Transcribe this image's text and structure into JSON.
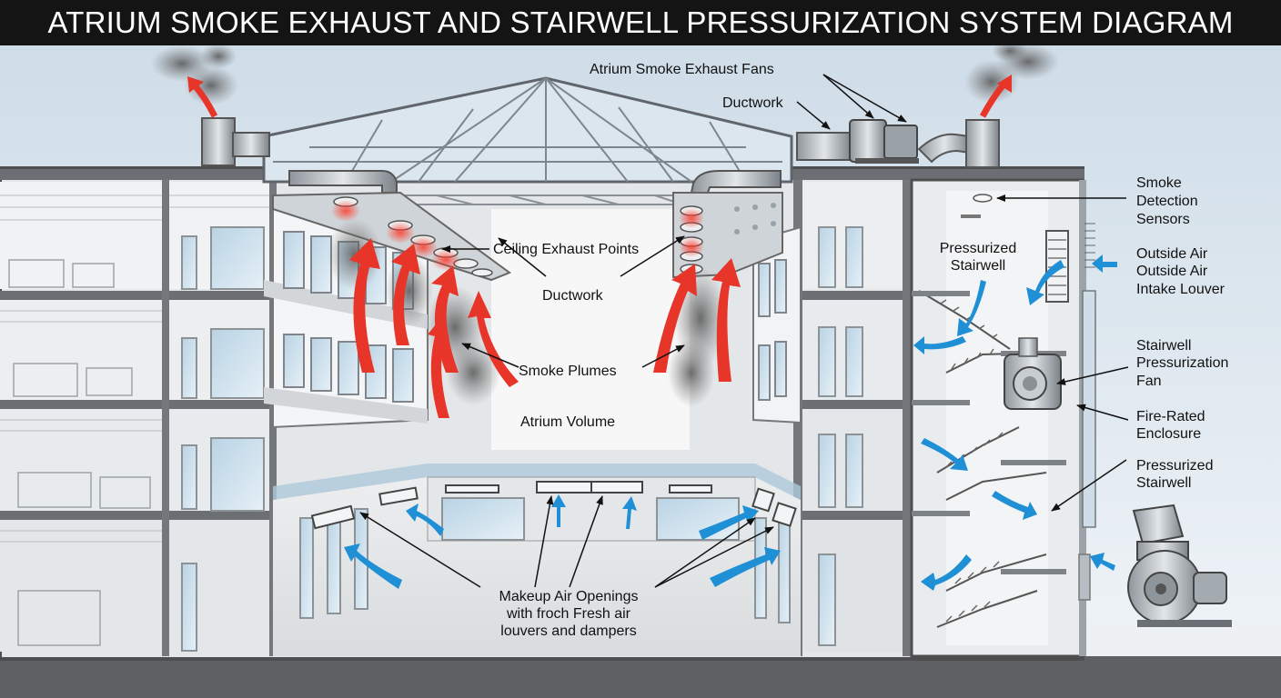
{
  "title": "ATRIUM SMOKE EXHAUST AND STAIRWELL PRESSURIZATION SYSTEM DIAGRAM",
  "labels": {
    "exhaust_fans": "Atrium Smoke Exhaust Fans",
    "ductwork_top": "Ductwork",
    "ceiling_exhaust": "Ceiling Exhaust Points",
    "ductwork_mid": "Ductwork",
    "smoke_plumes": "Smoke Plumes",
    "atrium_volume": "Atrium Volume",
    "makeup_air": [
      "Makeup Air Openings",
      "with froch Fresh air",
      "louvers and dampers"
    ],
    "pressurized_stairwell_top": [
      "Pressurized",
      "Stairwell"
    ],
    "smoke_detection": [
      "Smoke",
      "Detection",
      "Sensors"
    ],
    "outside_air": [
      "Outside Air",
      "Outside Air",
      "Intake Louver"
    ],
    "pressurization_fan": [
      "Stairwell",
      "Pressurization",
      "Fan"
    ],
    "fire_rated": [
      "Fire-Rated",
      "Enclosure"
    ],
    "pressurized_stairwell_bottom": [
      "Pressurized",
      "Stairwell"
    ]
  },
  "colors": {
    "smoke_arrow": "#e8352a",
    "air_arrow": "#1f8fd6",
    "structure": "#6e6e6e",
    "sky": "#dfeaf2"
  },
  "icons": [
    "exhaust-fan-icon",
    "stair-pressurization-fan-icon",
    "smoke-sensor-icon",
    "intake-louver-icon"
  ]
}
